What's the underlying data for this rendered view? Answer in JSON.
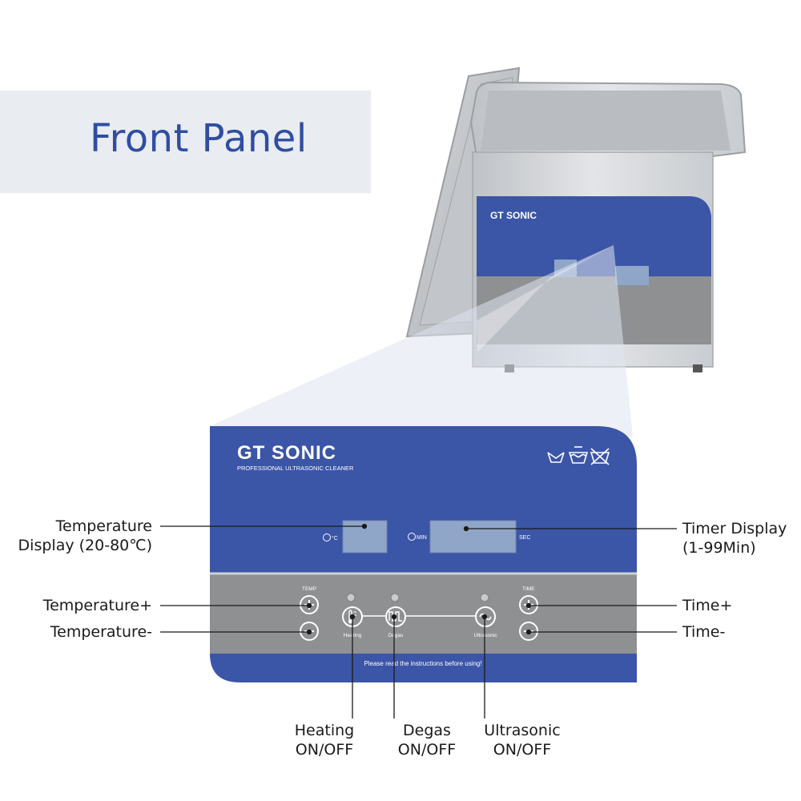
{
  "title": "Front Panel",
  "brand": {
    "name": "GT SONIC",
    "tagline": "PROFESSIONAL ULTRASONIC CLEANER"
  },
  "panel": {
    "temp_unit": "°C",
    "timer_min": "MIN",
    "timer_sec": "SEC",
    "temp_group_label": "TEMP",
    "time_group_label": "TIME",
    "button_labels": {
      "heating": "Heating",
      "degas": "Degas",
      "ultrasonic": "Ultrasonic"
    },
    "notice": "Please read the instructions before using!",
    "care_icons": [
      "wash-icon",
      "bucket-icon",
      "no-wash-icon"
    ]
  },
  "callouts": {
    "temp_display": [
      "Temperature",
      "Display (20-80℃)"
    ],
    "timer_display": [
      "Timer Display",
      "(1-99Min)"
    ],
    "temp_plus": "Temperature+",
    "temp_minus": "Temperature-",
    "time_plus": "Time+",
    "time_minus": "Time-",
    "heating": [
      "Heating",
      "ON/OFF"
    ],
    "degas": [
      "Degas",
      "ON/OFF"
    ],
    "ultrasonic": [
      "Ultrasonic",
      "ON/OFF"
    ]
  },
  "colors": {
    "panel_blue": "#3b55a7",
    "panel_gray": "#8f9092",
    "title_blue": "#2f4ea2",
    "display_blue": "#8fa6c9"
  }
}
